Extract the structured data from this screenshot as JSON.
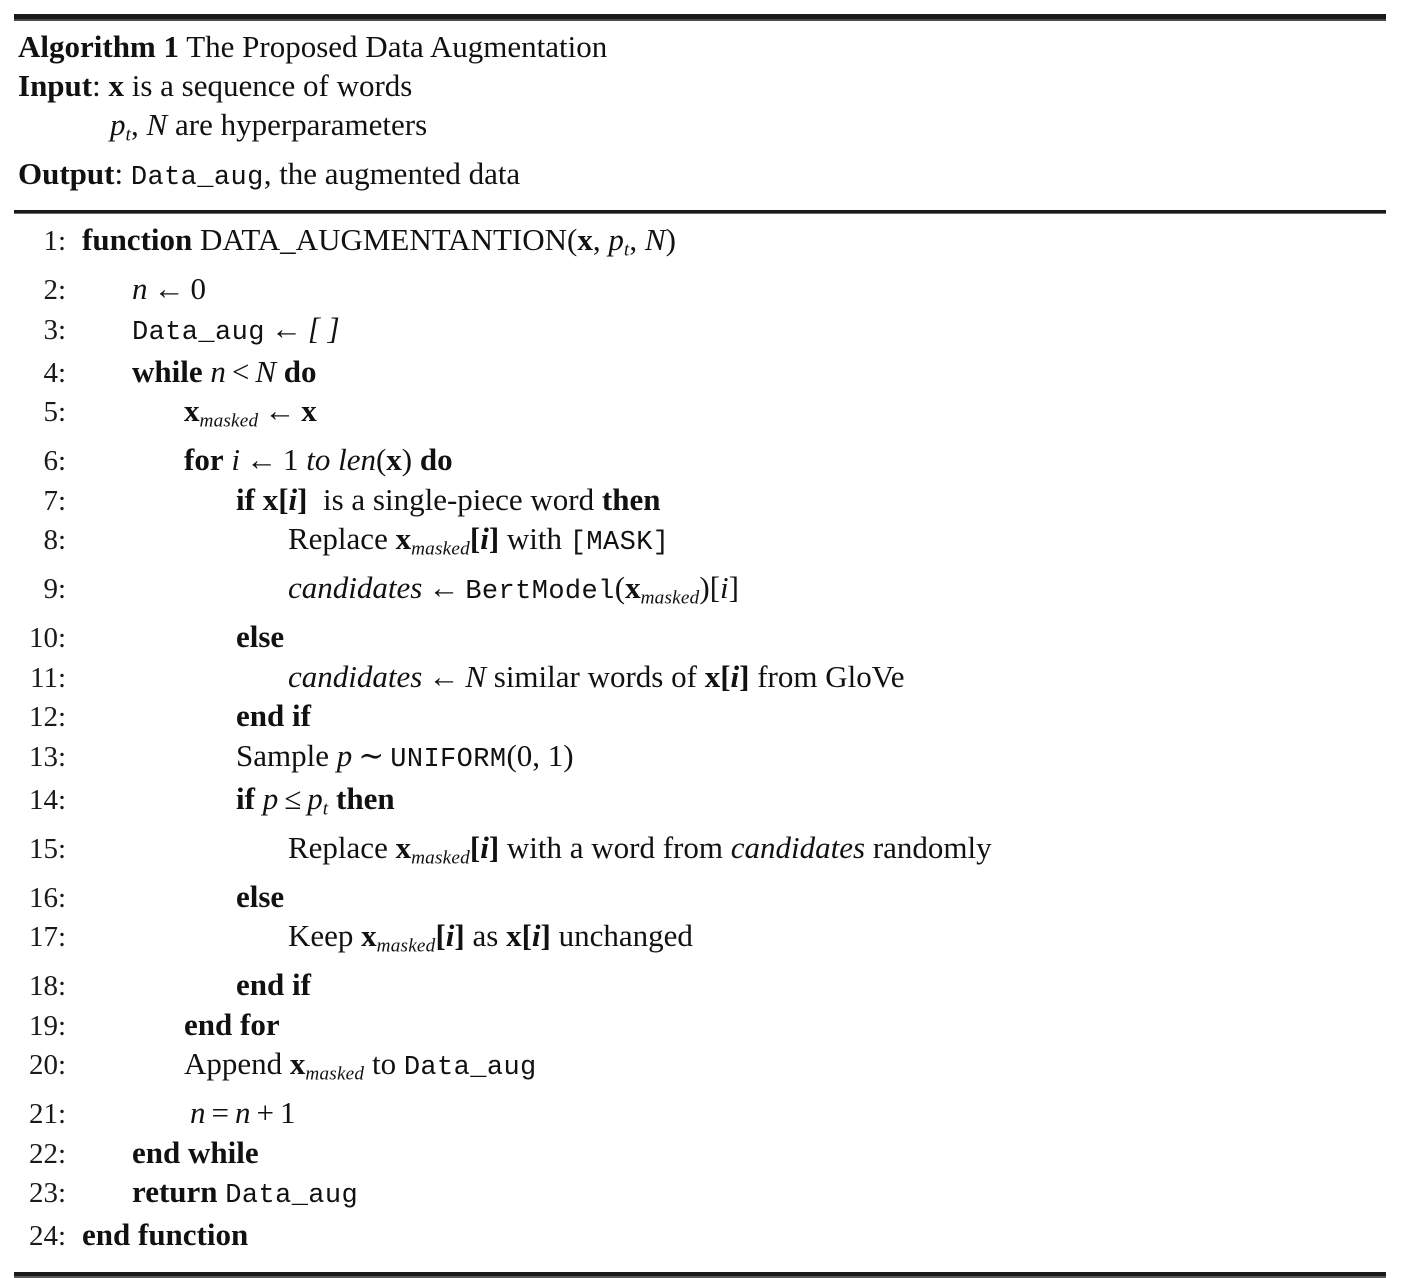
{
  "title_prefix": "Algorithm 1",
  "title_text": "The Proposed Data Augmentation",
  "header": {
    "input_label": "Input",
    "input_colon": ":",
    "input_var": "x",
    "input_text": "is a sequence of words",
    "params_pt": "p",
    "params_pt_sub": "t",
    "params_comma": ",",
    "params_N": "N",
    "params_text": "are hyperparameters",
    "output_label": "Output",
    "output_colon": ":",
    "output_var": "Data_aug",
    "output_text": ", the augmented data"
  },
  "lines": [
    {
      "n": "1:",
      "indent": 0,
      "text": "function DATA_AUGMENTANTION(x, p_t, N)"
    },
    {
      "n": "2:",
      "indent": 1,
      "text": "n ← 0"
    },
    {
      "n": "3:",
      "indent": 1,
      "text": "Data_aug ← [ ]"
    },
    {
      "n": "4:",
      "indent": 1,
      "text": "while n < N do"
    },
    {
      "n": "5:",
      "indent": 2,
      "text": "x_masked ← x"
    },
    {
      "n": "6:",
      "indent": 2,
      "text": "for i ← 1 to len(x) do"
    },
    {
      "n": "7:",
      "indent": 3,
      "text": "if x[i] is a single-piece word then"
    },
    {
      "n": "8:",
      "indent": 4,
      "text": "Replace x_masked[i] with [MASK]"
    },
    {
      "n": "9:",
      "indent": 4,
      "text": "candidates ← BertModel(x_masked)[i]"
    },
    {
      "n": "10:",
      "indent": 3,
      "text": "else"
    },
    {
      "n": "11:",
      "indent": 4,
      "text": "candidates ← N similar words of x[i] from GloVe"
    },
    {
      "n": "12:",
      "indent": 3,
      "text": "end if"
    },
    {
      "n": "13:",
      "indent": 3,
      "text": "Sample p ∼ UNIFORM(0, 1)"
    },
    {
      "n": "14:",
      "indent": 3,
      "text": "if p ≤ p_t then"
    },
    {
      "n": "15:",
      "indent": 4,
      "text": "Replace x_masked[i] with a word from candidates randomly"
    },
    {
      "n": "16:",
      "indent": 3,
      "text": "else"
    },
    {
      "n": "17:",
      "indent": 4,
      "text": "Keep x_masked[i] as x[i] unchanged"
    },
    {
      "n": "18:",
      "indent": 3,
      "text": "end if"
    },
    {
      "n": "19:",
      "indent": 2,
      "text": "end for"
    },
    {
      "n": "20:",
      "indent": 2,
      "text": "Append x_masked to Data_aug"
    },
    {
      "n": "21:",
      "indent": 2,
      "text": "n = n + 1"
    },
    {
      "n": "22:",
      "indent": 1,
      "text": "end while"
    },
    {
      "n": "23:",
      "indent": 1,
      "text": "return Data_aug"
    },
    {
      "n": "24:",
      "indent": 0,
      "text": "end function"
    }
  ],
  "tokens": {
    "function": "function",
    "proc_name": "DATA_AUGMENTANTION",
    "while": "while",
    "for": "for",
    "to": "to",
    "len": "len",
    "if": "if",
    "then": "then",
    "else": "else",
    "end_if": "end if",
    "end_for": "end for",
    "end_while": "end while",
    "end_function": "end function",
    "return": "return",
    "do": "do",
    "data_aug": "Data_aug",
    "empty_list": "[ ]",
    "n_var": "n",
    "zero": "0",
    "N_var": "N",
    "x_var": "x",
    "masked_sub": "masked",
    "i_var": "i",
    "one": "1",
    "if_cond_text": "is a single-piece word",
    "replace": "Replace",
    "with": "with",
    "mask_token": "[MASK]",
    "candidates": "candidates",
    "bert_model": "BertModel",
    "similar_words_text": "similar words of",
    "from": "from",
    "glove": "GloVe",
    "sample": "Sample",
    "p_var": "p",
    "t_sub": "t",
    "sim_op": "∼",
    "uniform": "UNIFORM",
    "uniform_args": "(0, 1)",
    "with_word_from": "with a word from",
    "randomly": "randomly",
    "keep": "Keep",
    "as": "as",
    "unchanged": "unchanged",
    "append": "Append",
    "to_kw": "to",
    "arrow": "←",
    "lt": "<",
    "le": "≤",
    "eq": "=",
    "plus": "+",
    "lbrack": "[",
    "rbrack": "]",
    "lparen": "(",
    "rparen": ")",
    "comma": ","
  }
}
